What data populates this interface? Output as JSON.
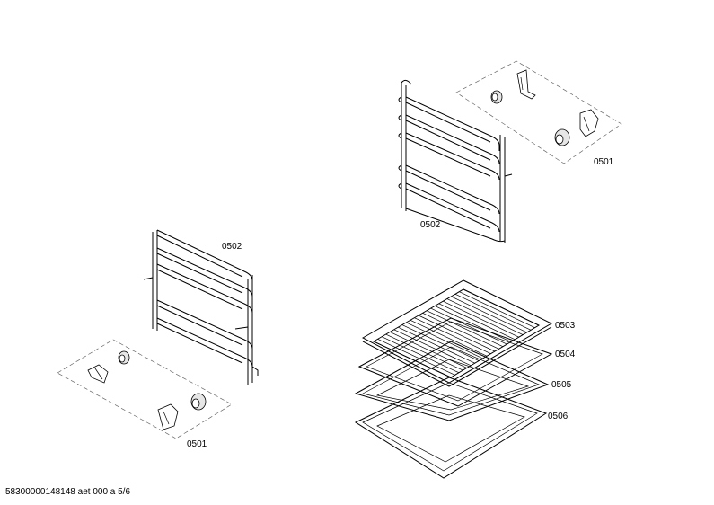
{
  "labels": {
    "rack_right": "0502",
    "clips_right": "0501",
    "rack_left": "0502",
    "clips_left": "0501",
    "grid_shelf": "0503",
    "tray_1": "0504",
    "tray_2": "0505",
    "tray_3": "0506"
  },
  "footer": "58300000148148 aet 000 a 5/6"
}
